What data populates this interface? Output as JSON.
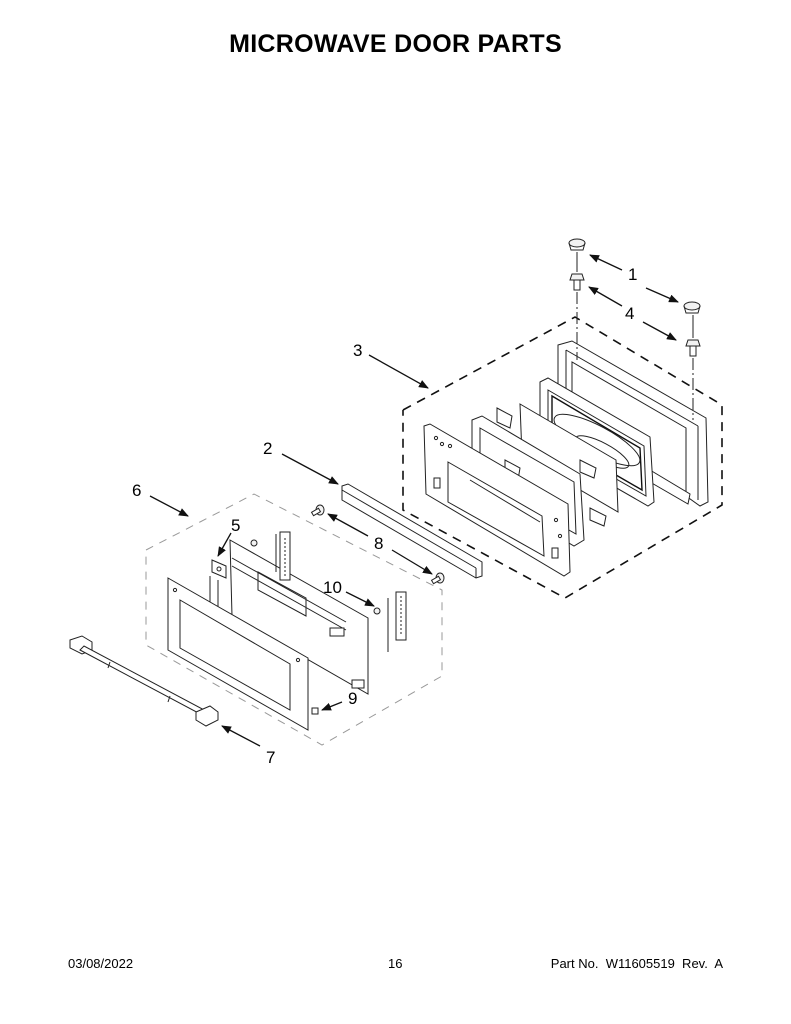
{
  "page": {
    "title": "MICROWAVE DOOR PARTS"
  },
  "callouts": [
    {
      "id": "1",
      "label": "1",
      "part": "door plug/button (pair)"
    },
    {
      "id": "2",
      "label": "2",
      "part": "door trim bar"
    },
    {
      "id": "3",
      "label": "3",
      "part": "inner door assembly"
    },
    {
      "id": "4",
      "label": "4",
      "part": "screw (pair)"
    },
    {
      "id": "5",
      "label": "5",
      "part": "bracket"
    },
    {
      "id": "6",
      "label": "6",
      "part": "outer door assembly"
    },
    {
      "id": "7",
      "label": "7",
      "part": "door handle"
    },
    {
      "id": "8",
      "label": "8",
      "part": "screw (pair)"
    },
    {
      "id": "9",
      "label": "9",
      "part": "pad"
    },
    {
      "id": "10",
      "label": "10",
      "part": "nut"
    }
  ],
  "footer": {
    "date": "03/08/2022",
    "page_number": "16",
    "part_number": "Part No.  W11605519  Rev.  A"
  },
  "colors": {
    "background": "#ffffff",
    "ink": "#000000",
    "light_dash": "#999999"
  }
}
